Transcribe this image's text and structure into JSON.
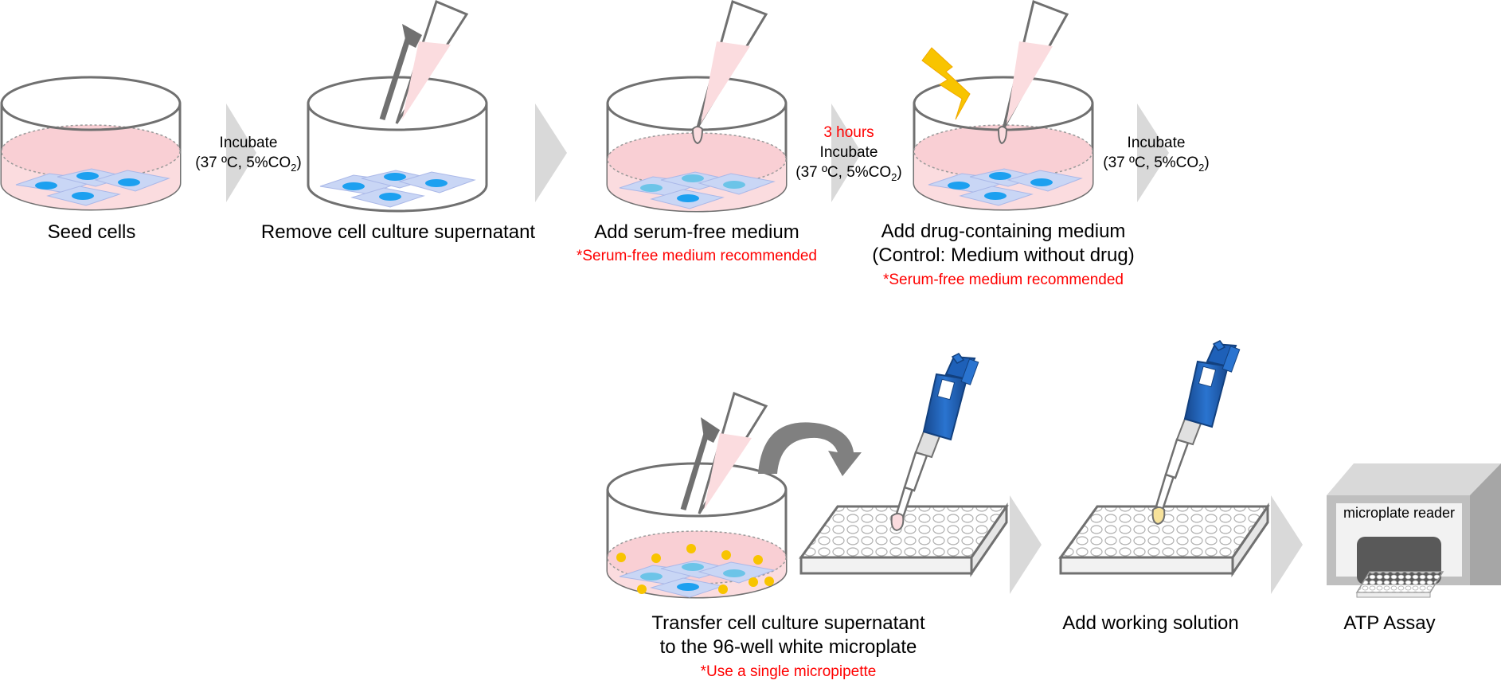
{
  "steps": {
    "seed": {
      "label": "Seed cells"
    },
    "remove": {
      "label": "Remove cell culture supernatant"
    },
    "serum_free": {
      "label": "Add serum-free medium",
      "note": "*Serum-free medium recommended"
    },
    "drug": {
      "label_line1": "Add drug-containing medium",
      "label_line2": "(Control: Medium without drug)",
      "note": "*Serum-free medium recommended"
    },
    "transfer": {
      "label_line1": "Transfer cell culture supernatant",
      "label_line2": "to the 96-well white microplate",
      "note": "*Use a single micropipette"
    },
    "working": {
      "label": "Add working solution"
    },
    "atp": {
      "label": "ATP Assay"
    }
  },
  "conditions": {
    "incubate1": {
      "line1": "Incubate",
      "line2_prefix": "(37 ºC, 5%CO",
      "line2_sub": "2",
      "line2_suffix": ")"
    },
    "incubate2": {
      "time": "3 hours",
      "line1": "Incubate",
      "line2_prefix": "(37 ºC, 5%CO",
      "line2_sub": "2",
      "line2_suffix": ")"
    },
    "incubate3": {
      "line1": "Incubate",
      "line2_prefix": "(37 ºC, 5%CO",
      "line2_sub": "2",
      "line2_suffix": ")"
    }
  },
  "reader": {
    "label": "microplate reader"
  },
  "colors": {
    "medium": "#f9d5d8",
    "cell": "#1ca0f0",
    "arrow": "#d9d9d9",
    "pipette": "#1e60b8",
    "bolt": "#f8c400",
    "note": "#ff0000"
  }
}
